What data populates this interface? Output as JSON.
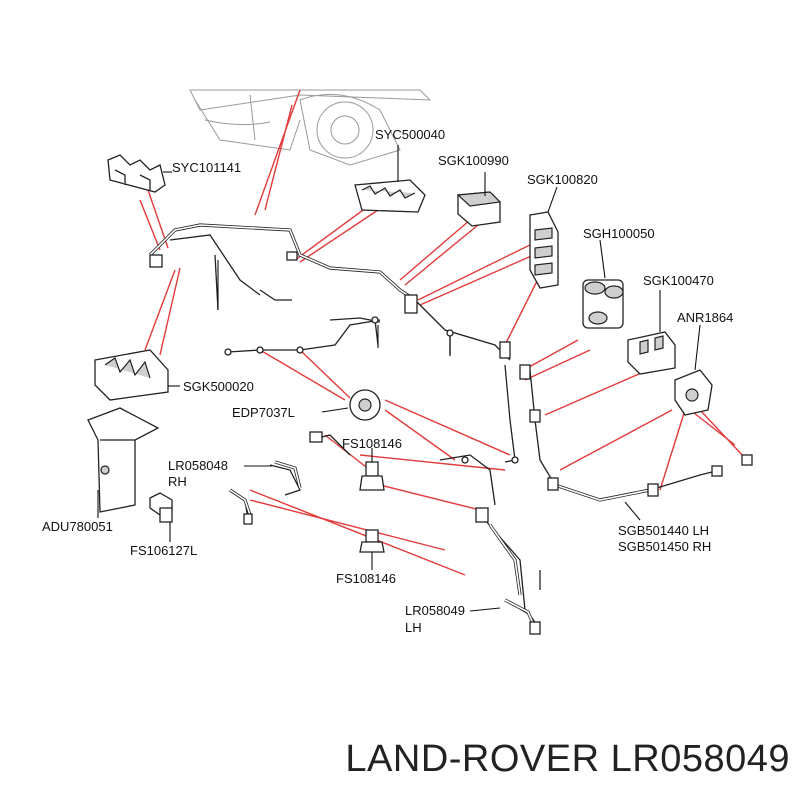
{
  "labels": {
    "syc101141": "SYC101141",
    "syc500040": "SYC500040",
    "sgk100990": "SGK100990",
    "sgk100820": "SGK100820",
    "sgh100050": "SGH100050",
    "sgk100470": "SGK100470",
    "anr1864": "ANR1864",
    "sgk500020": "SGK500020",
    "edp7037l": "EDP7037L",
    "fs108146_upper": "FS108146",
    "lr058048": "LR058048",
    "rh": "RH",
    "adu780051": "ADU780051",
    "fs106127l": "FS106127L",
    "fs108146_lower": "FS108146",
    "lr058049": "LR058049",
    "lh": "LH",
    "sgb501440": "SGB501440 LH",
    "sgb501450": "SGB501450 RH"
  },
  "footer": {
    "title": "LAND-ROVER LR058049"
  },
  "colors": {
    "leader": "#e23b3b",
    "ink": "#222222",
    "background": "#ffffff"
  }
}
